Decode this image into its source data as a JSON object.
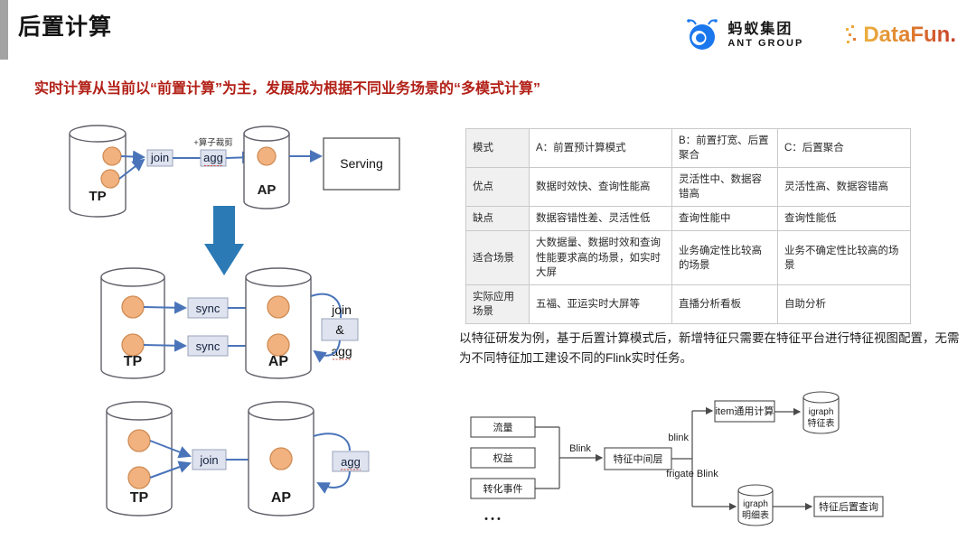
{
  "slide": {
    "title": "后置计算",
    "headline": "实时计算从当前以“前置计算”为主，发展成为根据不同业务场景的“多模式计算”",
    "paragraph": "以特征研发为例，基于后置计算模式后，新增特征只需要在特征平台进行特征视图配置，无需为不同特征加工建设不同的Flink实时任务。"
  },
  "logos": {
    "ant_cn": "蚂蚁集团",
    "ant_en": "ANT GROUP",
    "datafun": "DataFun."
  },
  "diagram_top": {
    "tp": "TP",
    "ap": "AP",
    "join": "join",
    "agg": "agg",
    "agg_note": "+算子裁剪",
    "serving": "Serving"
  },
  "diagram_mid": {
    "tp": "TP",
    "ap": "AP",
    "sync1": "sync",
    "sync2": "sync",
    "join": "join",
    "amp": "&",
    "agg": "agg"
  },
  "diagram_bottom": {
    "tp": "TP",
    "ap": "AP",
    "join": "join",
    "agg": "agg"
  },
  "table": {
    "headers": [
      "模式",
      "A：前置预计算模式",
      "B：前置打宽、后置聚合",
      "C：后置聚合"
    ],
    "rows": [
      [
        "优点",
        "数据时效快、查询性能高",
        "灵活性中、数据容错高",
        "灵活性高、数据容错高"
      ],
      [
        "缺点",
        "数据容错性差、灵活性低",
        "查询性能中",
        "查询性能低"
      ],
      [
        "适合场景",
        "大数据量、数据时效和查询性能要求高的场景，如实时大屏",
        "业务确定性比较高的场景",
        "业务不确定性比较高的场景"
      ],
      [
        "实际应用场景",
        "五福、亚运实时大屏等",
        "直播分析看板",
        "自助分析"
      ]
    ]
  },
  "flow": {
    "sources": [
      "流量",
      "权益",
      "转化事件"
    ],
    "ellipsis": "• • •",
    "edge_blink_caps": "Blink",
    "mid_box": "特征中间层",
    "edge_blink": "blink",
    "edge_frigate": "frigate Blink",
    "item_box": "item通用计算",
    "feature_table_l1": "igraph",
    "feature_table_l2": "特征表",
    "detail_table_l1": "igraph",
    "detail_table_l2": "明细表",
    "query_box": "特征后置查询"
  },
  "colors": {
    "headline_red": "#b22017",
    "diagram_blue": "#4a74b9",
    "big_arrow_blue": "#2b7ab5",
    "node_orange": "#f2b27f",
    "box_fill": "#dee3ef"
  }
}
